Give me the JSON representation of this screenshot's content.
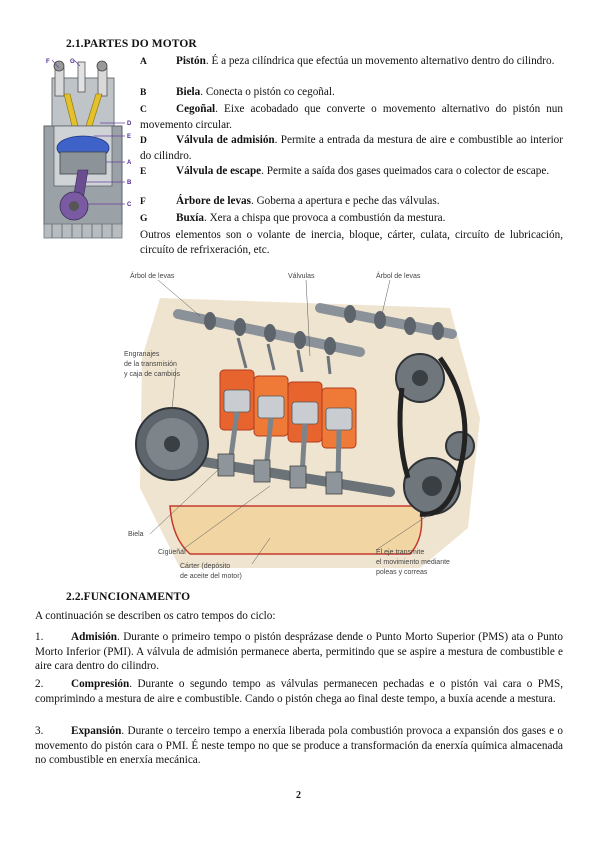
{
  "section1": {
    "title": "2.1.PARTES DO MOTOR"
  },
  "parts": [
    {
      "letter": "A",
      "name": "Pistón",
      "text": ". É a peza cilíndrica que efectúa un movemento alternativo dentro do cilindro."
    },
    {
      "letter": "B",
      "name": "Biela",
      "text": ". Conecta o pistón co cegoñal."
    },
    {
      "letter": "C",
      "name": "Cegoñal",
      "text": ". Eixe acobadado que converte o movemento alternativo do pistón nun movemento circular."
    },
    {
      "letter": "D",
      "name": "Válvula de admisión",
      "text": ". Permite a entrada da mestura de aire e combustible ao interior do cilindro."
    },
    {
      "letter": "E",
      "name": "Válvula de escape",
      "text": ". Permite a saída dos gases queimados cara o colector de escape."
    },
    {
      "letter": "F",
      "name": "Árbore de levas",
      "text": ". Goberna a apertura e peche das válvulas."
    },
    {
      "letter": "G",
      "name": "Buxía",
      "text": ". Xera a chispa que provoca a combustión da mestura."
    }
  ],
  "parts_other": "Outros elementos son o volante de inercia, bloque, cárter, culata, circuíto de lubricación, circuíto de refrixeración, etc.",
  "small_diagram": {
    "labels": [
      "F",
      "G",
      "D",
      "E",
      "A",
      "B",
      "C"
    ]
  },
  "engine_diagram": {
    "label_camshaft_left": "Árbol de levas",
    "label_valves": "Válvulas",
    "label_camshaft_right": "Árbol de levas",
    "label_gears_1": "Engranajes",
    "label_gears_2": "de la transmisión",
    "label_gears_3": "y caja de cambios",
    "label_rod": "Biela",
    "label_crankshaft": "Cigüeñal",
    "label_sump_1": "Cárter (depósito",
    "label_sump_2": "de aceite del motor)",
    "label_axle_1": "El eje transmite",
    "label_axle_2": "el movimiento mediante",
    "label_axle_3": "poleas y correas"
  },
  "section2": {
    "title": "2.2.FUNCIONAMENTO"
  },
  "intro": "A continuación se describen os catro tempos do ciclo:",
  "steps": [
    {
      "num": "1.",
      "name": "Admisión",
      "text": ". Durante o primeiro tempo o pistón desprázase dende o Punto Morto Superior (PMS) ata o Punto Morto Inferior (PMI). A válvula de admisión permanece aberta, permitindo que se aspire a mestura de combustible e aire cara dentro do cilindro."
    },
    {
      "num": "2.",
      "name": "Compresión",
      "text": ". Durante o segundo tempo as válvulas permanecen pechadas e o pistón vai cara o PMS, comprimindo a mestura de aire e combustible. Cando o pistón chega ao final deste tempo, a buxía acende a mestura."
    },
    {
      "num": "3.",
      "name": "Expansión",
      "text": ". Durante o terceiro tempo a enerxía liberada pola combustión provoca a expansión dos gases e o movemento do pistón cara o PMI. É neste tempo no que se produce a transformación da enerxía química almacenada no combustible en enerxía mecánica."
    }
  ],
  "page_number": "2"
}
